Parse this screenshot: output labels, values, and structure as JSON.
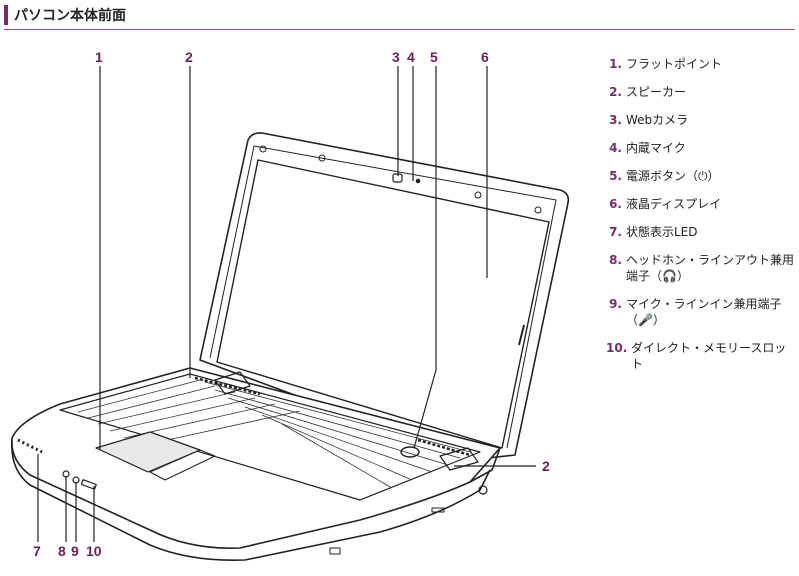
{
  "header": {
    "title": "パソコン本体前面"
  },
  "callouts": {
    "c1": "1",
    "c2a": "2",
    "c3": "3",
    "c4": "4",
    "c5": "5",
    "c6": "6",
    "c2b": "2",
    "c7": "7",
    "c8": "8",
    "c9": "9",
    "c10": "10"
  },
  "legend": [
    {
      "num": "1.",
      "text": "フラットポイント"
    },
    {
      "num": "2.",
      "text": "スピーカー"
    },
    {
      "num": "3.",
      "text": "Webカメラ"
    },
    {
      "num": "4.",
      "text": "内蔵マイク"
    },
    {
      "num": "5.",
      "text": "電源ボタン（⏻）"
    },
    {
      "num": "6.",
      "text": "液晶ディスプレイ"
    },
    {
      "num": "7.",
      "text": "状態表示LED"
    },
    {
      "num": "8.",
      "text": "ヘッドホン・ラインアウト兼用端子（🎧）"
    },
    {
      "num": "9.",
      "text": "マイク・ラインイン兼用端子（🎤）"
    },
    {
      "num": "10.",
      "text": "ダイレクト・メモリースロット"
    }
  ],
  "colors": {
    "accent": "#7a2a6a",
    "line": "#222222"
  }
}
